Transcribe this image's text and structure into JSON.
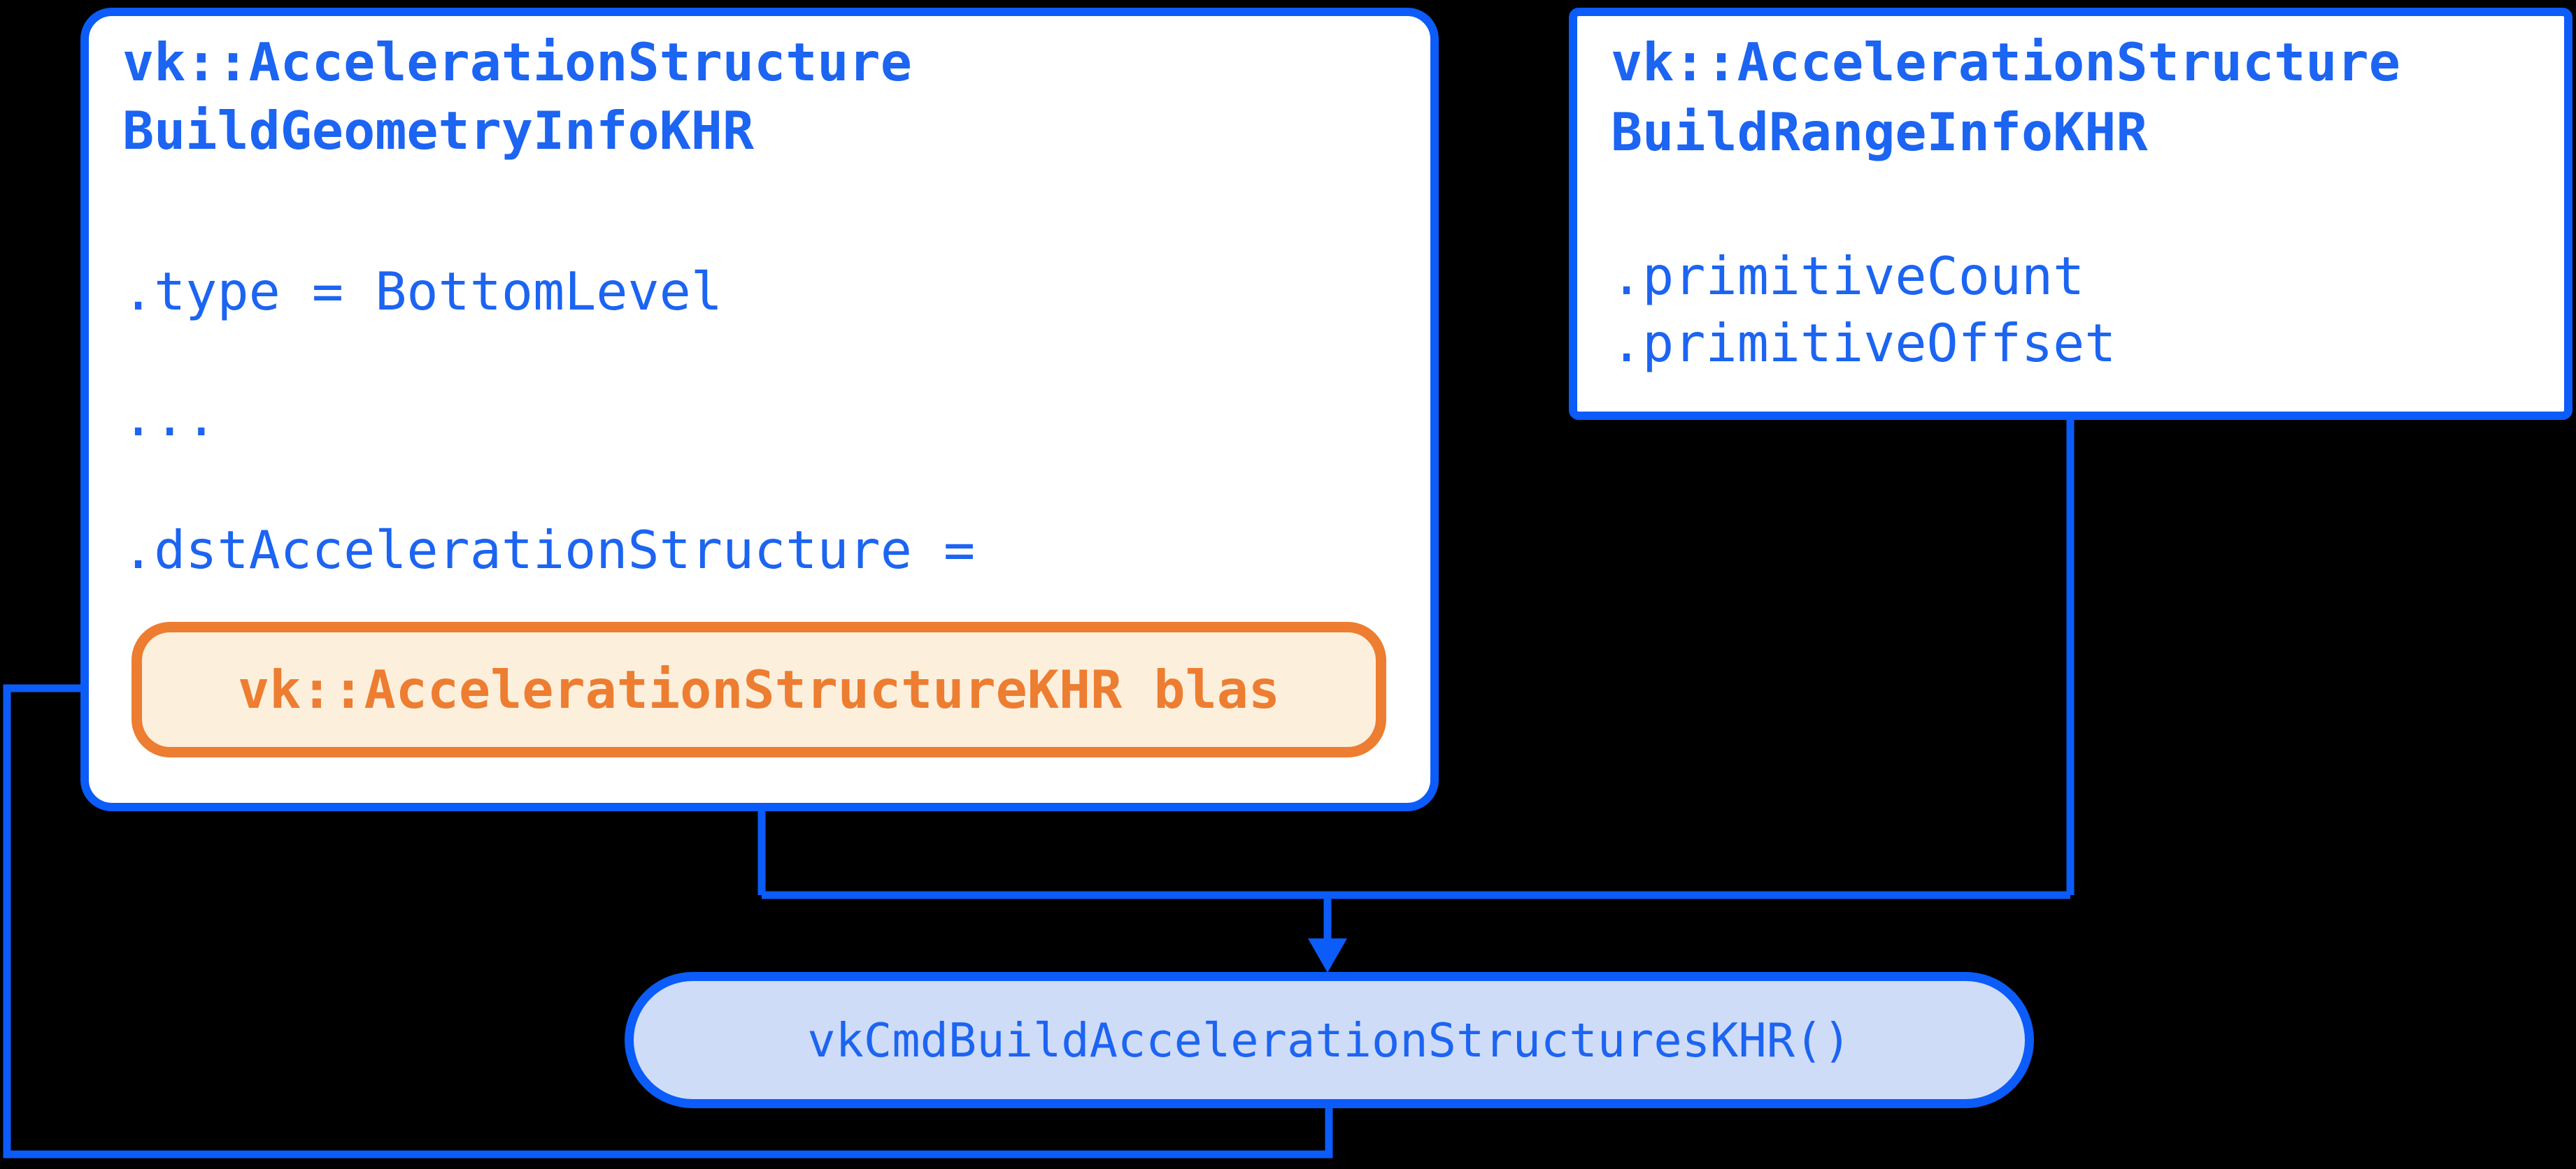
{
  "colors": {
    "blue": "#0B5CF9",
    "text_blue": "#1C64F2",
    "orange": "#ED7D31",
    "orange_fill": "#FCEFDC",
    "pill_fill": "#CEDCF8",
    "box_bg": "#FFFFFF",
    "background": "#000000"
  },
  "geometry_info_box": {
    "title_line1": "vk::AccelerationStructure",
    "title_line2": "BuildGeometryInfoKHR",
    "field_type": ".type = BottomLevel",
    "ellipsis": "...",
    "field_dst": ".dstAccelerationStructure ="
  },
  "blas_chip": {
    "label": "vk::AccelerationStructureKHR blas"
  },
  "range_info_box": {
    "title_line1": "vk::AccelerationStructure",
    "title_line2": "BuildRangeInfoKHR",
    "field_primitive_count": ".primitiveCount",
    "field_primitive_offset": ".primitiveOffset"
  },
  "build_call_pill": {
    "label": "vkCmdBuildAccelerationStructuresKHR()"
  }
}
